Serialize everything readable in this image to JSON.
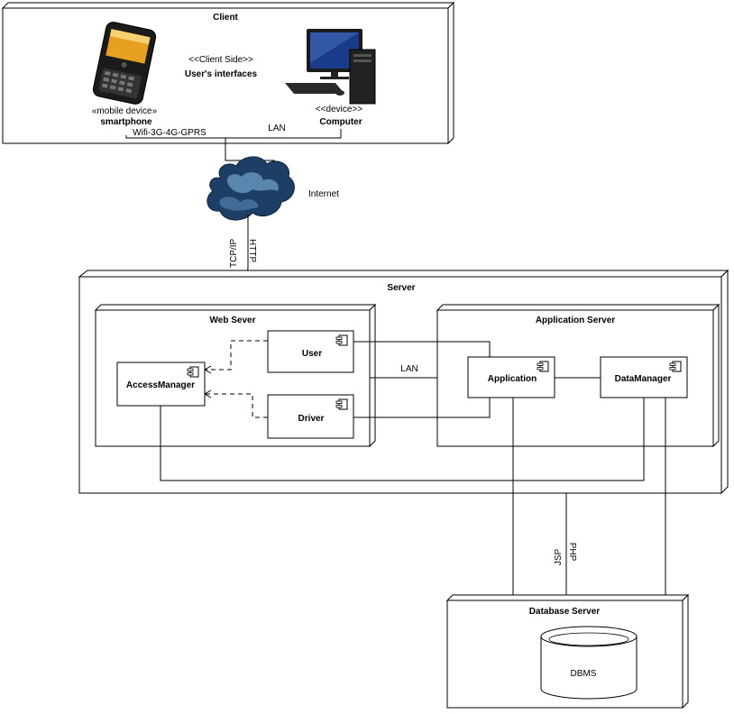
{
  "client": {
    "title": "Client",
    "stereotype": "<<Client Side>>",
    "subtitle": "User's interfaces",
    "mobile_stereo": "«mobile device»",
    "mobile_name": "smartphone",
    "mobile_link": "Wifi-3G-4G-GPRS",
    "lan_label": "LAN",
    "computer_stereo": "<<device>>",
    "computer_name": "Computer"
  },
  "internet": {
    "label": "Internet",
    "protocol_tcp": "TCP/IP",
    "protocol_http": "HTTP"
  },
  "server": {
    "title": "Server",
    "web_server": {
      "title": "Web Sever",
      "components": {
        "user": "User",
        "driver": "Driver",
        "access_manager": "AccessManager"
      }
    },
    "lan_label": "LAN",
    "app_server": {
      "title": "Application Server",
      "components": {
        "application": "Application",
        "data_manager": "DataManager"
      }
    }
  },
  "db_link": {
    "jsp": "JSP",
    "php": "PHP"
  },
  "database_server": {
    "title": "Database Server",
    "dbms": "DBMS"
  },
  "colors": {
    "cloud_dark": "#1d3f66",
    "cloud_light": "#6e9fc7",
    "screen_blue": "#1a3a8a",
    "phone_orange": "#e8a020"
  }
}
